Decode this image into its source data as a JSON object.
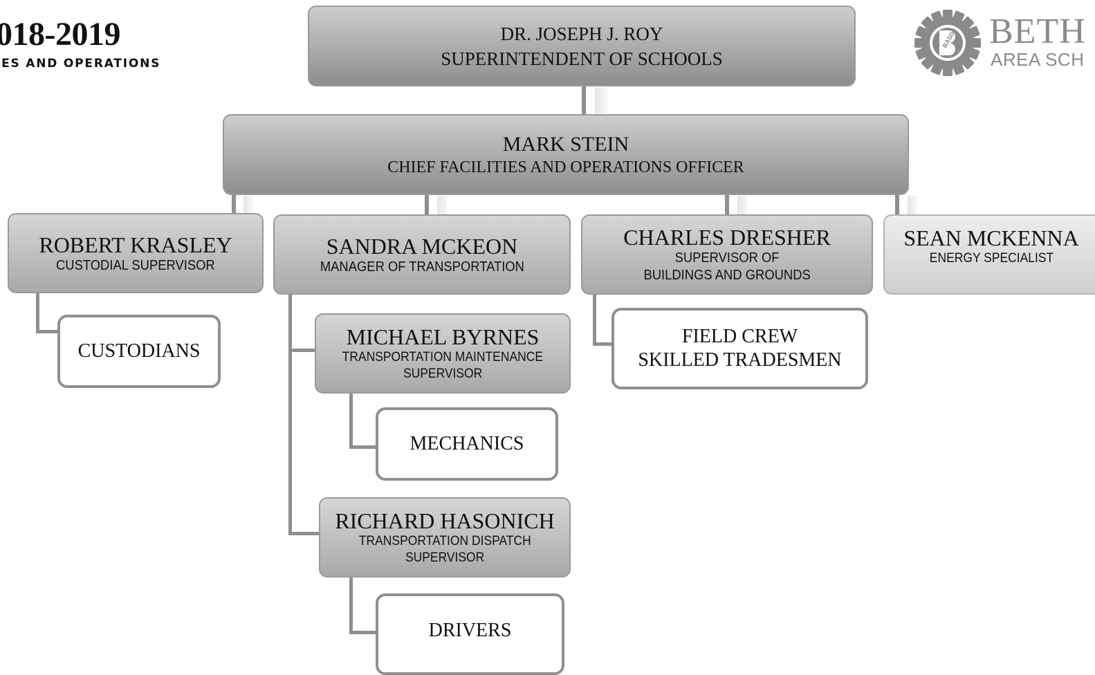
{
  "header": {
    "year": "018-2019",
    "department": "IES AND OPERATIONS"
  },
  "logo": {
    "name": "basd-gear-logo",
    "badge_text": "BASD",
    "line1": "BETH",
    "line2": "AREA SCH"
  },
  "colors": {
    "box_dark": "#8e8e8e",
    "box_light": "#cfcfcf",
    "connector": "#8f8f8f",
    "text": "#111111"
  },
  "org": {
    "superintendent": {
      "name": "DR. JOSEPH J. ROY",
      "title": "SUPERINTENDENT OF SCHOOLS"
    },
    "chief": {
      "name": "MARK STEIN",
      "title": "CHIEF FACILITIES AND OPERATIONS OFFICER"
    },
    "krasley": {
      "name": "ROBERT KRASLEY",
      "title": "CUSTODIAL SUPERVISOR",
      "group": "CUSTODIANS"
    },
    "mckeon": {
      "name": "SANDRA MCKEON",
      "title": "MANAGER OF TRANSPORTATION"
    },
    "byrnes": {
      "name": "MICHAEL BYRNES",
      "title_line1": "TRANSPORTATION MAINTENANCE",
      "title_line2": "SUPERVISOR",
      "group": "MECHANICS"
    },
    "hasonich": {
      "name": "RICHARD HASONICH",
      "title_line1": "TRANSPORTATION DISPATCH",
      "title_line2": "SUPERVISOR",
      "group": "DRIVERS"
    },
    "dresher": {
      "name": "CHARLES DRESHER",
      "title_line1": "SUPERVISOR OF",
      "title_line2": "BUILDINGS AND GROUNDS",
      "group_line1": "FIELD CREW",
      "group_line2": "SKILLED TRADESMEN"
    },
    "mckenna": {
      "name": "SEAN MCKENNA",
      "title": "ENERGY SPECIALIST"
    }
  }
}
